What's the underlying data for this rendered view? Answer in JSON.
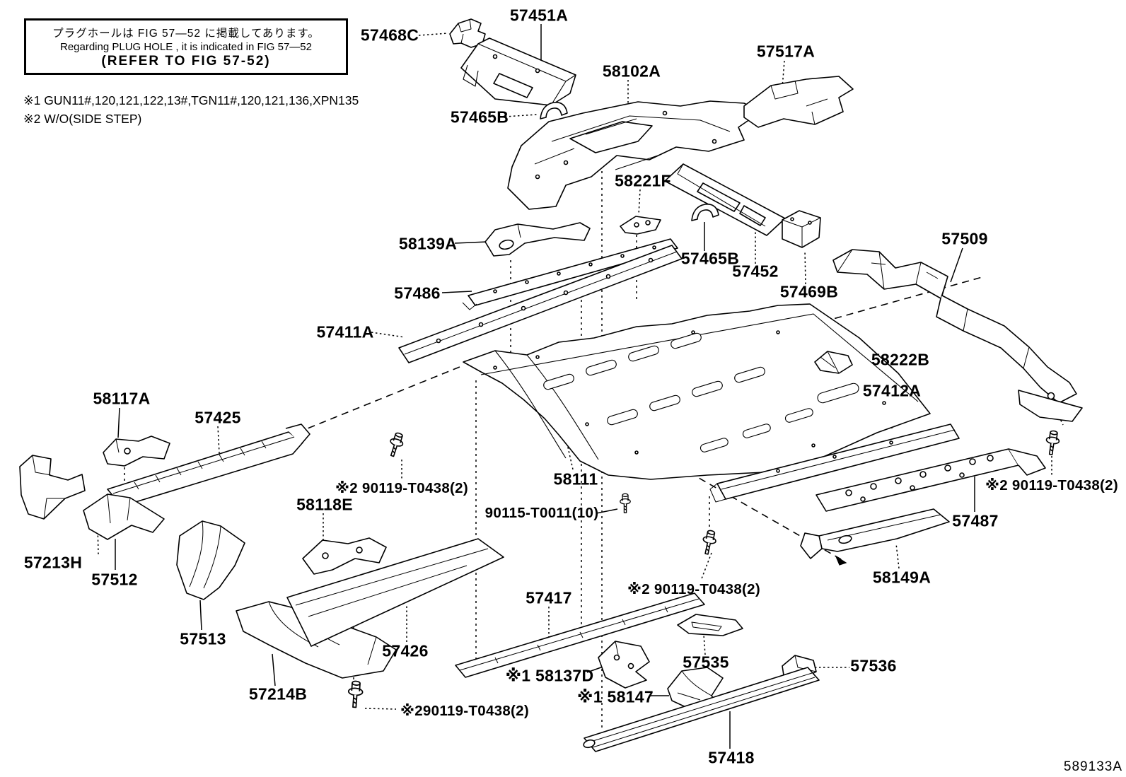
{
  "figure": {
    "note_box": {
      "jp": "プラグホールは FIG 57—52 に掲載してあります。",
      "en": "Regarding PLUG HOLE , it is indicated in FIG 57—52",
      "refer": "(REFER TO FIG 57-52)"
    },
    "footnote1": "※1 GUN11#,120,121,122,13#,TGN11#,120,121,136,XPN135",
    "footnote2": "※2 W/O(SIDE STEP)",
    "drawing_number": "589133A"
  },
  "parts": {
    "p57468c": "57468C",
    "p57451a": "57451A",
    "p58102a": "58102A",
    "p57465b_top": "57465B",
    "p57517a": "57517A",
    "p58221f": "58221F",
    "p57465b_mid": "57465B",
    "p57452": "57452",
    "p57469b": "57469B",
    "p57509": "57509",
    "p58139a": "58139A",
    "p57486": "57486",
    "p57411a": "57411A",
    "p58222b": "58222B",
    "p57412a": "57412A",
    "p58117a": "58117A",
    "p57425": "57425",
    "p57213h": "57213H",
    "p57512": "57512",
    "p58118e": "58118E",
    "p58111": "58111",
    "p57513": "57513",
    "p57214b": "57214B",
    "p57426": "57426",
    "p57417": "57417",
    "p58137d": "※1 58137D",
    "p58147": "※1 58147",
    "p57535": "57535",
    "p57536": "57536",
    "p57487": "57487",
    "p58149a": "58149A",
    "p57418": "57418"
  },
  "fasteners": {
    "f90119_left": "※2 90119-T0438(2)",
    "f90115_center": "90115-T0011(10)",
    "f90119_mid": "※2 90119-T0438(2)",
    "f90119_bottom": "※290119-T0438(2)",
    "f90119_right": "※2 90119-T0438(2)"
  },
  "colors": {
    "ink": "#000000",
    "paper": "#ffffff"
  }
}
